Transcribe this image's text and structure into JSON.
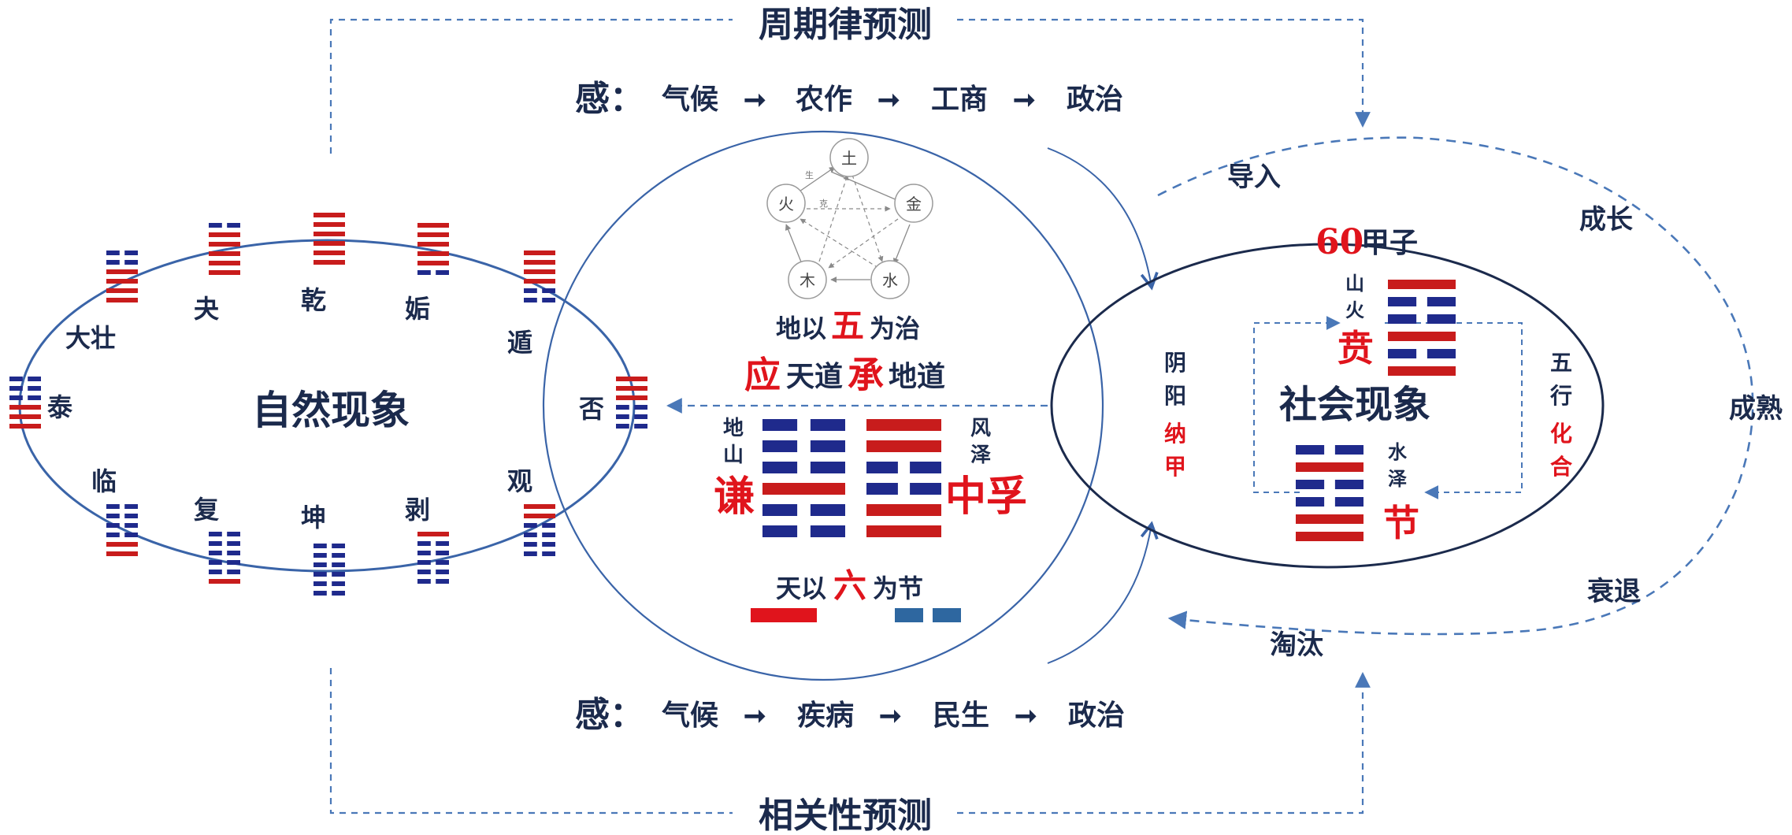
{
  "colors": {
    "navy": "#1b2a4c",
    "line_blue": "#3a64a8",
    "dash_blue": "#4a78b8",
    "red": "#e0141c",
    "yin_blue": "#1f2a8c",
    "yang_red": "#c81c1c",
    "steel_bar": "#2e67a0",
    "grey": "#8a8a8a"
  },
  "top": {
    "title": "周期律预测",
    "gan_label": "感：",
    "chain": [
      "气候",
      "农作",
      "工商",
      "政治"
    ],
    "arrow": "➞"
  },
  "bottom": {
    "title": "相关性预测",
    "gan_label": "感：",
    "chain": [
      "气候",
      "疾病",
      "民生",
      "政治"
    ],
    "arrow": "➞"
  },
  "left": {
    "title": "自然现象",
    "hexagrams": [
      {
        "name": "泰",
        "lines": "111000"
      },
      {
        "name": "大壮",
        "lines": "111100"
      },
      {
        "name": "夬",
        "lines": "111110"
      },
      {
        "name": "乾",
        "lines": "111111"
      },
      {
        "name": "姤",
        "lines": "011111"
      },
      {
        "name": "遁",
        "lines": "001111"
      },
      {
        "name": "否",
        "lines": "000111"
      },
      {
        "name": "观",
        "lines": "000011"
      },
      {
        "name": "剥",
        "lines": "000001"
      },
      {
        "name": "坤",
        "lines": "000000"
      },
      {
        "name": "复",
        "lines": "100000"
      },
      {
        "name": "临",
        "lines": "110000"
      }
    ]
  },
  "center": {
    "wuxing": {
      "nodes": [
        "土",
        "金",
        "水",
        "木",
        "火"
      ],
      "sheng": "生",
      "ke": "克"
    },
    "di_line": {
      "pre": "地以",
      "num": "五",
      "post": "为治"
    },
    "ying_line": {
      "c1": "应",
      "t1": "天道",
      "c2": "承",
      "t2": "地道"
    },
    "qian": {
      "small": [
        "地",
        "山"
      ],
      "name": "谦",
      "lines": "001000"
    },
    "zhongfu": {
      "small": [
        "风",
        "泽"
      ],
      "name": "中孚",
      "lines": "110011"
    },
    "tian_line": {
      "pre": "天以",
      "num": "六",
      "post": "为节"
    }
  },
  "right": {
    "title": "社会现象",
    "jiazi": {
      "num": "60",
      "text": "甲子"
    },
    "yinyang": {
      "a": "阴",
      "b": "阳",
      "c": "纳",
      "d": "甲"
    },
    "wuxing": {
      "a": "五",
      "b": "行",
      "c": "化",
      "d": "合"
    },
    "bi": {
      "small": [
        "山",
        "火"
      ],
      "name": "贲",
      "lines": "101001"
    },
    "jie": {
      "small": [
        "水",
        "泽"
      ],
      "name": "节",
      "lines": "110010"
    }
  },
  "cycle": {
    "daoru": "导入",
    "chengzhang": "成长",
    "chengshu": "成熟",
    "shuaitui": "衰退",
    "taotai": "淘汰"
  }
}
